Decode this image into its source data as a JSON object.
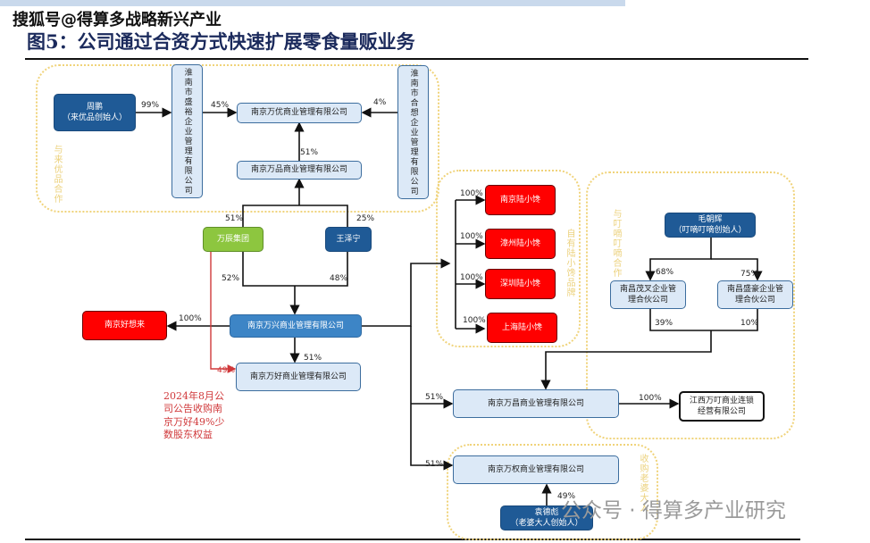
{
  "source_watermark": "搜狐号@得算多战略新兴产业",
  "title": "图5：公司通过合资方式快速扩展零食量贩业务",
  "groups": {
    "g1": "与来优品合作",
    "g2": "自有陆小馋品牌",
    "g3": "与叮嘀叮嘀合作",
    "g4": "收购老婆大人"
  },
  "nodes": {
    "zhoupeng": "周鹏\n（来优品创始人）",
    "shengyu": "淮南市盛裕企业管理有限公司",
    "wanyou": "南京万优商业管理有限公司",
    "wanpin": "南京万品商业管理有限公司",
    "hexiang": "淮南市合想企业管理有限公司",
    "wanchen": "万辰集团",
    "wangzening": "王泽宁",
    "wanxing": "南京万兴商业管理有限公司",
    "haoxianglai": "南京好想来",
    "wanhao": "南京万好商业管理有限公司",
    "lu_nj": "南京陆小馋",
    "lu_zz": "漳州陆小馋",
    "lu_sz": "深圳陆小馋",
    "lu_sh": "上海陆小馋",
    "maochaohui": "毛朝辉\n（叮嘀叮嘀创始人）",
    "maocha": "南昌茂叉企业管理合伙公司",
    "shenghao": "南昌盛豪企业管理合伙公司",
    "wanchang": "南京万昌商业管理有限公司",
    "jiangxi": "江西万叮商业连锁经营有限公司",
    "wanquan": "南京万权商业管理有限公司",
    "laopo": "袁德彪\n（老婆大人创始人）"
  },
  "percents": {
    "p99": "99%",
    "p45": "45%",
    "p4": "4%",
    "p51a": "51%",
    "p51b": "51%",
    "p25": "25%",
    "p52": "52%",
    "p48": "48%",
    "p100hxl": "100%",
    "p51wh": "51%",
    "p49": "49%",
    "l1": "100%",
    "l2": "100%",
    "l3": "100%",
    "l4": "100%",
    "p68": "68%",
    "p75": "75%",
    "p39": "39%",
    "p10": "10%",
    "p51wc": "51%",
    "p100jx": "100%",
    "p51wq": "51%",
    "p49wq": "49%"
  },
  "note": "2024年8月公司公告收购南京万好49%少数股东权益",
  "watermark": "公众号 · 得算多产业研究",
  "colors": {
    "dark_blue": "#1f5a96",
    "red": "#ff0000",
    "green": "#8dc63f",
    "light_blue": "#dce9f7",
    "note_red": "#d0383a"
  }
}
